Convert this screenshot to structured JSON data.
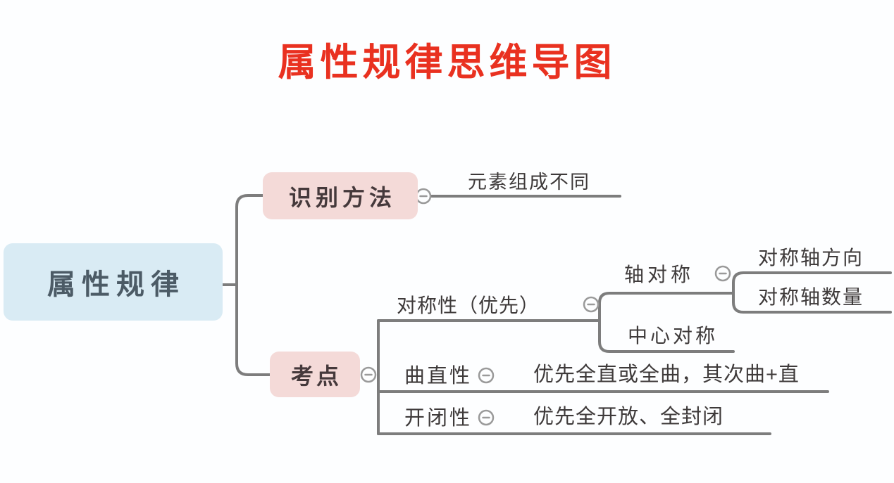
{
  "title": "属性规律思维导图",
  "colors": {
    "title_red": "#e93120",
    "root_fill": "#d9ebf4",
    "branch_fill": "#f4dad8",
    "line_gray": "#7d7d7d",
    "text_dark": "#3e3a3a"
  },
  "nodes": {
    "root": "属性规律",
    "recognition": "识别方法",
    "recognition_child": "元素组成不同",
    "keypoints": "考点",
    "symmetry": "对称性（优先）",
    "axial": "轴对称",
    "axial_direction": "对称轴方向",
    "axial_count": "对称轴数量",
    "central": "中心对称",
    "curvature": "曲直性",
    "curvature_note": "优先全直或全曲，其次曲+直",
    "openness": "开闭性",
    "openness_note": "优先全开放、全封闭"
  }
}
